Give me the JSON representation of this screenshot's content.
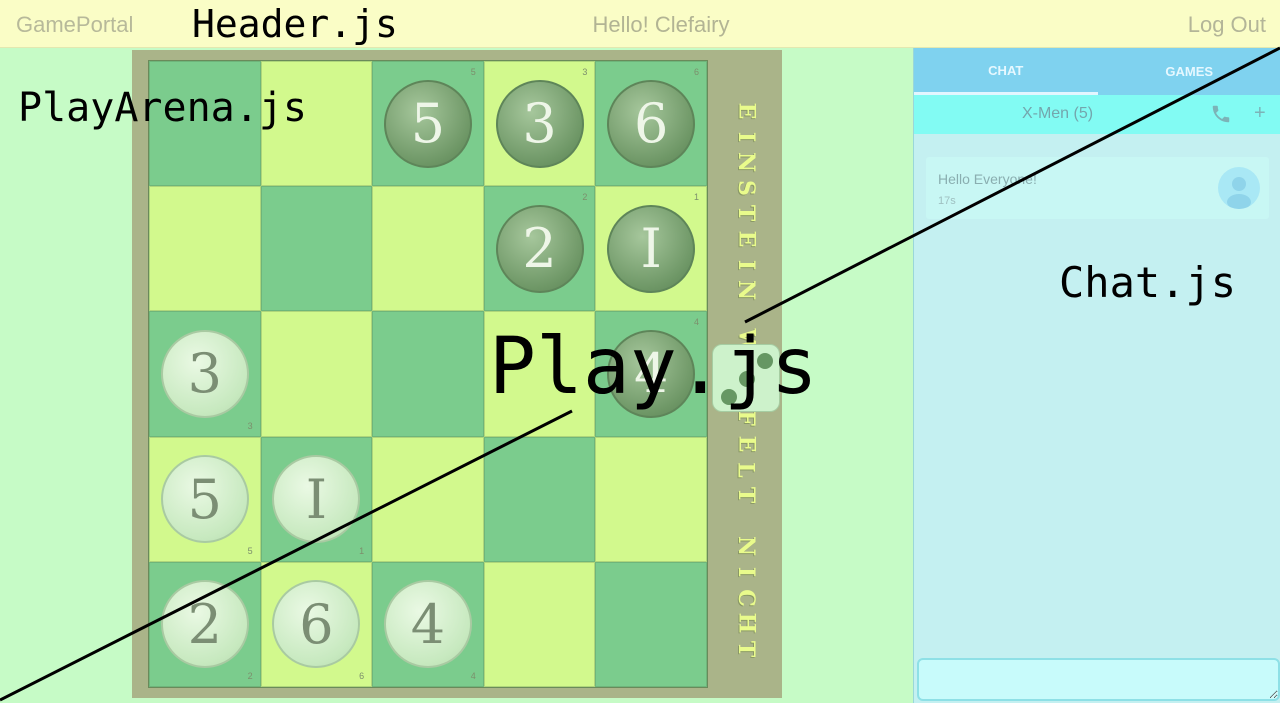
{
  "header": {
    "brand": "GamePortal",
    "greeting": "Hello! Clefairy",
    "logout_label": "Log Out"
  },
  "annotations": {
    "header": "Header.js",
    "arena": "PlayArena.js",
    "chat": "Chat.js",
    "play": "Play.js"
  },
  "board": {
    "title_left": "EINSTEIN",
    "title_right": "WÜRFELT NICHT",
    "cells": [
      {
        "color": "g",
        "corner": "",
        "piece": ""
      },
      {
        "color": "y",
        "corner": "",
        "piece": ""
      },
      {
        "color": "g",
        "corner": "5",
        "corner_top": true,
        "piece": "5",
        "style": "dk"
      },
      {
        "color": "y",
        "corner": "3",
        "corner_top": true,
        "piece": "3",
        "style": "dk"
      },
      {
        "color": "g",
        "corner": "6",
        "corner_top": true,
        "piece": "6",
        "style": "dk"
      },
      {
        "color": "y",
        "corner": "",
        "piece": ""
      },
      {
        "color": "g",
        "corner": "",
        "piece": ""
      },
      {
        "color": "y",
        "corner": "",
        "piece": ""
      },
      {
        "color": "g",
        "corner": "2",
        "corner_top": true,
        "piece": "2",
        "style": "dk"
      },
      {
        "color": "y",
        "corner": "1",
        "corner_top": true,
        "piece": "I",
        "style": "dk"
      },
      {
        "color": "g",
        "corner": "3",
        "piece": "3",
        "style": "lt"
      },
      {
        "color": "y",
        "corner": "",
        "piece": ""
      },
      {
        "color": "g",
        "corner": "",
        "piece": ""
      },
      {
        "color": "y",
        "corner": "",
        "piece": ""
      },
      {
        "color": "g",
        "corner": "4",
        "corner_top": true,
        "piece": "4",
        "style": "dk"
      },
      {
        "color": "y",
        "corner": "5",
        "piece": "5",
        "style": "lt"
      },
      {
        "color": "g",
        "corner": "1",
        "piece": "I",
        "style": "lt"
      },
      {
        "color": "y",
        "corner": "",
        "piece": ""
      },
      {
        "color": "g",
        "corner": "",
        "piece": ""
      },
      {
        "color": "y",
        "corner": "",
        "piece": ""
      },
      {
        "color": "g",
        "corner": "2",
        "piece": "2",
        "style": "lt"
      },
      {
        "color": "y",
        "corner": "6",
        "piece": "6",
        "style": "lt"
      },
      {
        "color": "g",
        "corner": "4",
        "piece": "4",
        "style": "lt"
      },
      {
        "color": "y",
        "corner": "",
        "piece": ""
      },
      {
        "color": "g",
        "corner": "",
        "piece": ""
      }
    ],
    "dice_value": 3
  },
  "chat": {
    "tabs": [
      "CHAT",
      "GAMES"
    ],
    "active_tab": 0,
    "room_name": "X-Men (5)",
    "call_icon": "phone-icon",
    "add_icon": "plus-icon",
    "add_label": "+",
    "messages": [
      {
        "text": "Hello Everyone!",
        "time": "17s",
        "avatar_icon": "user-avatar-icon"
      }
    ],
    "input_placeholder": ""
  },
  "colors": {
    "header_bg": "#fafdc6",
    "arena_bg": "#c6fbc6",
    "chat_bg": "#c4f0f1",
    "tab_bar": "#7fd2ef",
    "room_bar": "#82fbf3"
  }
}
